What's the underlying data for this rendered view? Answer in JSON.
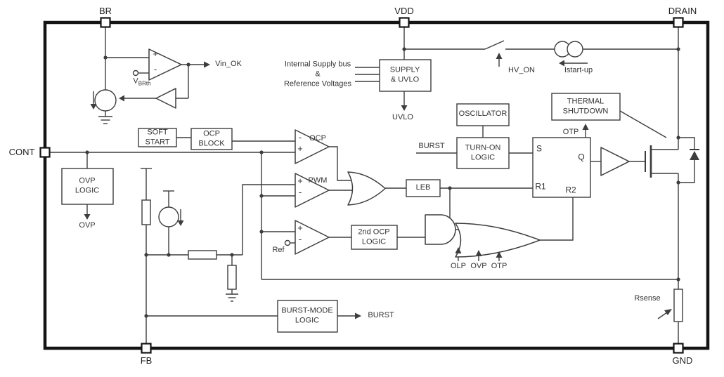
{
  "diagram": {
    "pins": {
      "br": "BR",
      "vdd": "VDD",
      "drain": "DRAIN",
      "cont": "CONT",
      "fb": "FB",
      "gnd": "GND"
    },
    "blocks": {
      "soft_start": "SOFT\nSTART",
      "ocp_block": "OCP\nBLOCK",
      "ovp_logic": "OVP\nLOGIC",
      "supply_uvlo": "SUPPLY\n& UVLO",
      "oscillator": "OSCILLATOR",
      "turn_on_logic": "TURN-ON\nLOGIC",
      "thermal_shutdown": "THERMAL\nSHUTDOWN",
      "leb": "LEB",
      "second_ocp_logic": "2nd OCP\nLOGIC",
      "burst_mode_logic": "BURST-MODE\nLOGIC"
    },
    "latch": {
      "s": "S",
      "q": "Q",
      "r1": "R1",
      "r2": "R2"
    },
    "labels": {
      "vin_ok": "Vin_OK",
      "vbrth_base": "V",
      "vbrth_sub": "BRth",
      "supply_bus": "Internal Supply bus\n&\nReference Voltages",
      "uvlo": "UVLO",
      "hv_on": "HV_ON",
      "istartup": "Istart-up",
      "burst_input": "BURST",
      "otp_thermal": "OTP",
      "ocp_comparator": "OCP",
      "pwm_comparator": "PWM",
      "ref": "Ref",
      "olp": "OLP",
      "ovp": "OVP",
      "otp": "OTP",
      "ovp_output": "OVP",
      "burst_output": "BURST",
      "rsense": "Rsense",
      "plus": "+",
      "minus": "-"
    },
    "colors": {
      "line": "#3d3d3d",
      "text": "#333333",
      "border": "#141414",
      "background": "#ffffff"
    }
  }
}
